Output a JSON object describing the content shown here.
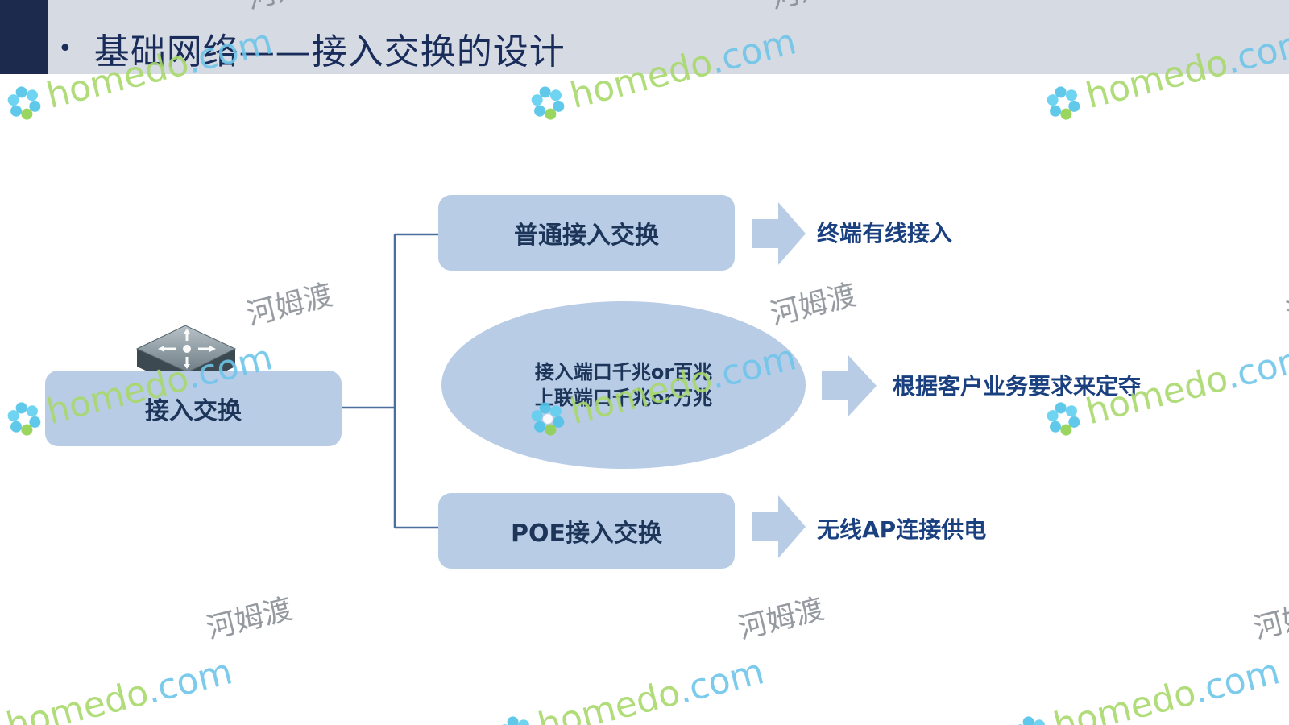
{
  "header": {
    "bullet": "•",
    "title": "基础网络——接入交换的设计"
  },
  "diagram": {
    "root": {
      "label": "接入交换",
      "icon": "network-switch-icon"
    },
    "branches": [
      {
        "label": "普通接入交换",
        "result": "终端有线接入"
      },
      {
        "lines": [
          "接入端口千兆or百兆",
          "上联端口千兆or万兆"
        ],
        "result": "根据客户业务要求来定夺"
      },
      {
        "label": "POE接入交换",
        "result": "无线AP连接供电"
      }
    ]
  },
  "watermark": {
    "brand": "homedo",
    "domain": ".com",
    "cn": "河姆渡"
  },
  "colors": {
    "header_bg": "#d6dae3",
    "header_block": "#1c2a4e",
    "box_fill": "#b9cce6",
    "connector": "#4a6e9e",
    "arrow": "#b9cce6",
    "result_text": "#1a4080"
  }
}
